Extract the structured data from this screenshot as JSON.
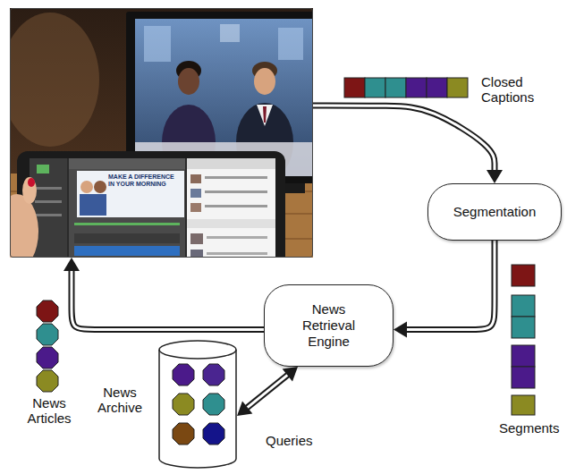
{
  "diagram": {
    "nodes": [
      {
        "text": [
          "MAKE A DIFFERENCE IN YOUR MORNING"
        ]
      },
      {
        "text": [
          "Segmentation"
        ]
      },
      {
        "text": [
          "News Retrieval Engine"
        ]
      },
      {
        "text": [
          "News Archive"
        ]
      }
    ],
    "edges": [
      {
        "from": 0,
        "to": 1,
        "arrow": "to"
      },
      {
        "from": 1,
        "to": 2,
        "arrow": "to"
      },
      {
        "from": 2,
        "to": 0,
        "arrow": "to"
      },
      {
        "from": 2,
        "to": 3,
        "arrow": "both",
        "label": "Queries"
      }
    ],
    "labels": [
      "Closed Captions",
      "Segments",
      "News Articles"
    ]
  }
}
